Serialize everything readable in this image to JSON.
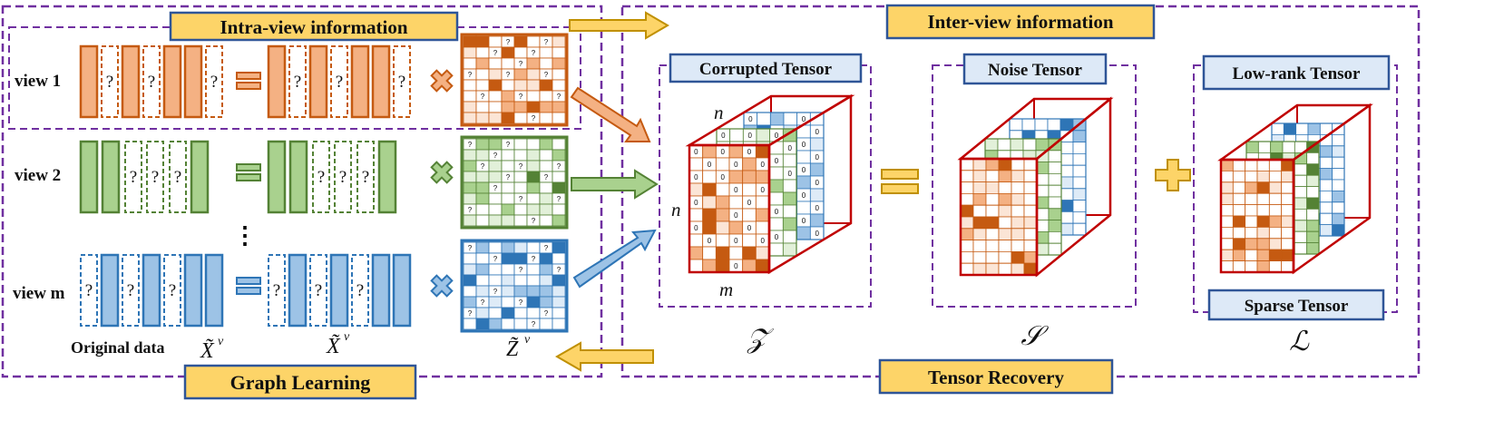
{
  "labels": {
    "intra_view": "Intra-view information",
    "inter_view": "Inter-view information",
    "graph_learning": "Graph Learning",
    "tensor_recovery": "Tensor Recovery",
    "corrupted_tensor": "Corrupted Tensor",
    "noise_tensor": "Noise Tensor",
    "low_rank_tensor": "Low-rank Tensor",
    "sparse_tensor": "Sparse Tensor",
    "original_data": "Original data"
  },
  "views": [
    {
      "label": "view 1",
      "color": "#c55a11",
      "fill": "#f4b183"
    },
    {
      "label": "view 2",
      "color": "#548235",
      "fill": "#a9d18e"
    },
    {
      "label": "view m",
      "color": "#2e75b6",
      "fill": "#9dc3e6"
    }
  ],
  "dots": "⋮",
  "question_mark": "?",
  "zero": "0",
  "math": {
    "x_tilde": "X̃",
    "x_sup": "v",
    "z_tilde": "Z̃",
    "z_sup": "v",
    "z_cal": "𝒵",
    "s_cal": "𝒮",
    "l_cal": "ℒ",
    "n": "n",
    "m": "m"
  },
  "colors": {
    "purple_dash": "#7030a0",
    "label_fill": "#fdd468",
    "label_stroke": "#2f5597",
    "tensor_red": "#c00000",
    "arrow_yellow": "#fdd468"
  }
}
